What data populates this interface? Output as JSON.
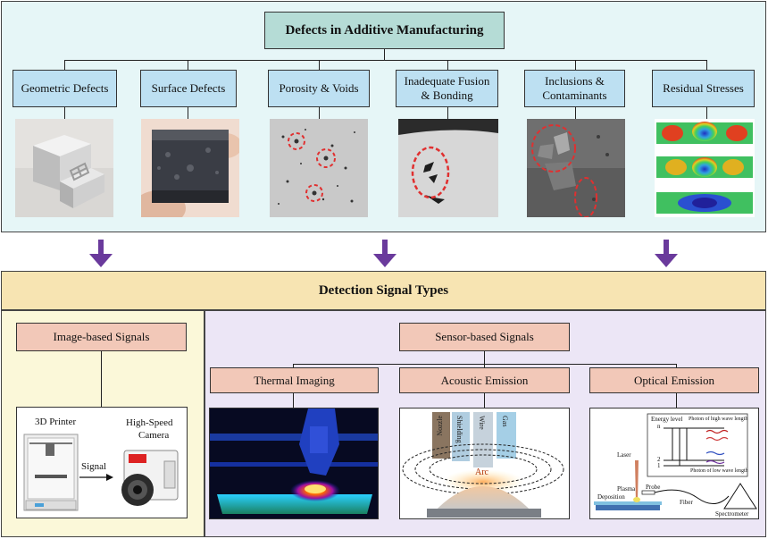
{
  "header": {
    "title": "Defects in Additive Manufacturing"
  },
  "defects": [
    {
      "label": "Geometric Defects"
    },
    {
      "label": "Surface Defects"
    },
    {
      "label": "Porosity & Voids"
    },
    {
      "label_line1": "Inadequate Fusion",
      "label_line2": "& Bonding"
    },
    {
      "label_line1": "Inclusions &",
      "label_line2": "Contaminants"
    },
    {
      "label": "Residual Stresses"
    }
  ],
  "signals": {
    "title": "Detection Signal Types",
    "image_based": {
      "label": "Image-based Signals",
      "printer_label": "3D Printer",
      "camera_label_line1": "High-Speed",
      "camera_label_line2": "Camera",
      "link_label": "Signal"
    },
    "sensor_based": {
      "label": "Sensor-based Signals",
      "thermal": {
        "label": "Thermal Imaging"
      },
      "acoustic": {
        "label": "Acoustic Emission",
        "nozzle": "Nozzle",
        "shielding": "Shielding",
        "wire": "Wire",
        "gas": "Gas",
        "arc": "Arc"
      },
      "optical": {
        "label": "Optical Emission",
        "energy_level": "Energy level",
        "n": "n",
        "two": "2",
        "one": "1",
        "photon_high": "Photon of high wave length",
        "photon_low": "Photon of low wave length",
        "laser": "Laser",
        "plasma": "Plasma",
        "deposition": "Deposition",
        "probe": "Probe",
        "fiber": "Fiber",
        "spectrometer": "Spectrometer"
      }
    }
  },
  "colors": {
    "arrow": "#6a3a9c",
    "top_panel": "#e6f6f7",
    "category_box": "#bde0f2",
    "title_box": "#b5dcd6",
    "signal_band": "#f7e4b2",
    "signal_box": "#f2c8b8"
  }
}
